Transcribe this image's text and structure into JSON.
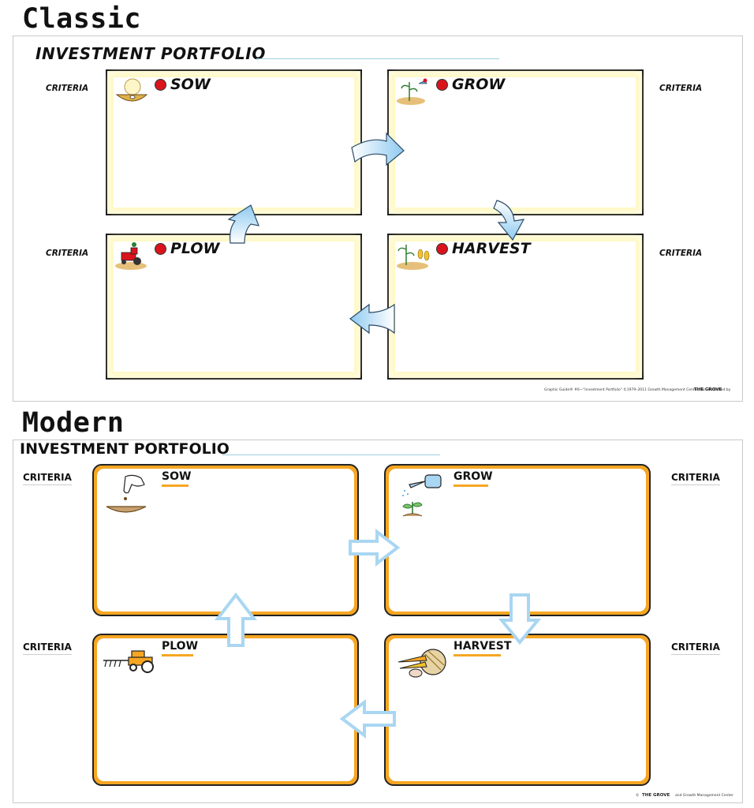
{
  "sections": {
    "classic": "Classic",
    "modern": "Modern"
  },
  "classic": {
    "title": "INVESTMENT PORTFOLIO",
    "criteria": [
      "CRITERIA",
      "CRITERIA",
      "CRITERIA",
      "CRITERIA"
    ],
    "boxes": [
      "SOW",
      "GROW",
      "PLOW",
      "HARVEST"
    ],
    "credit": "Graphic Guide® #6—\"Investment Portfolio\" ©1979–2011 Growth Management Center, Inc. Published by",
    "brand": "THE GROVE"
  },
  "modern": {
    "title": "INVESTMENT PORTFOLIO",
    "criteria": [
      "CRITERIA",
      "CRITERIA",
      "CRITERIA",
      "CRITERIA"
    ],
    "boxes": [
      "SOW",
      "GROW",
      "PLOW",
      "HARVEST"
    ],
    "credit_prefix": "©",
    "brand": "THE GROVE",
    "credit_suffix": "and Growth Management Center"
  },
  "colors": {
    "dot": "#d9141c",
    "accent_orange": "#f6a623",
    "arrow_blue": "#a9d6f2",
    "classic_glow": "#fff8c0"
  }
}
